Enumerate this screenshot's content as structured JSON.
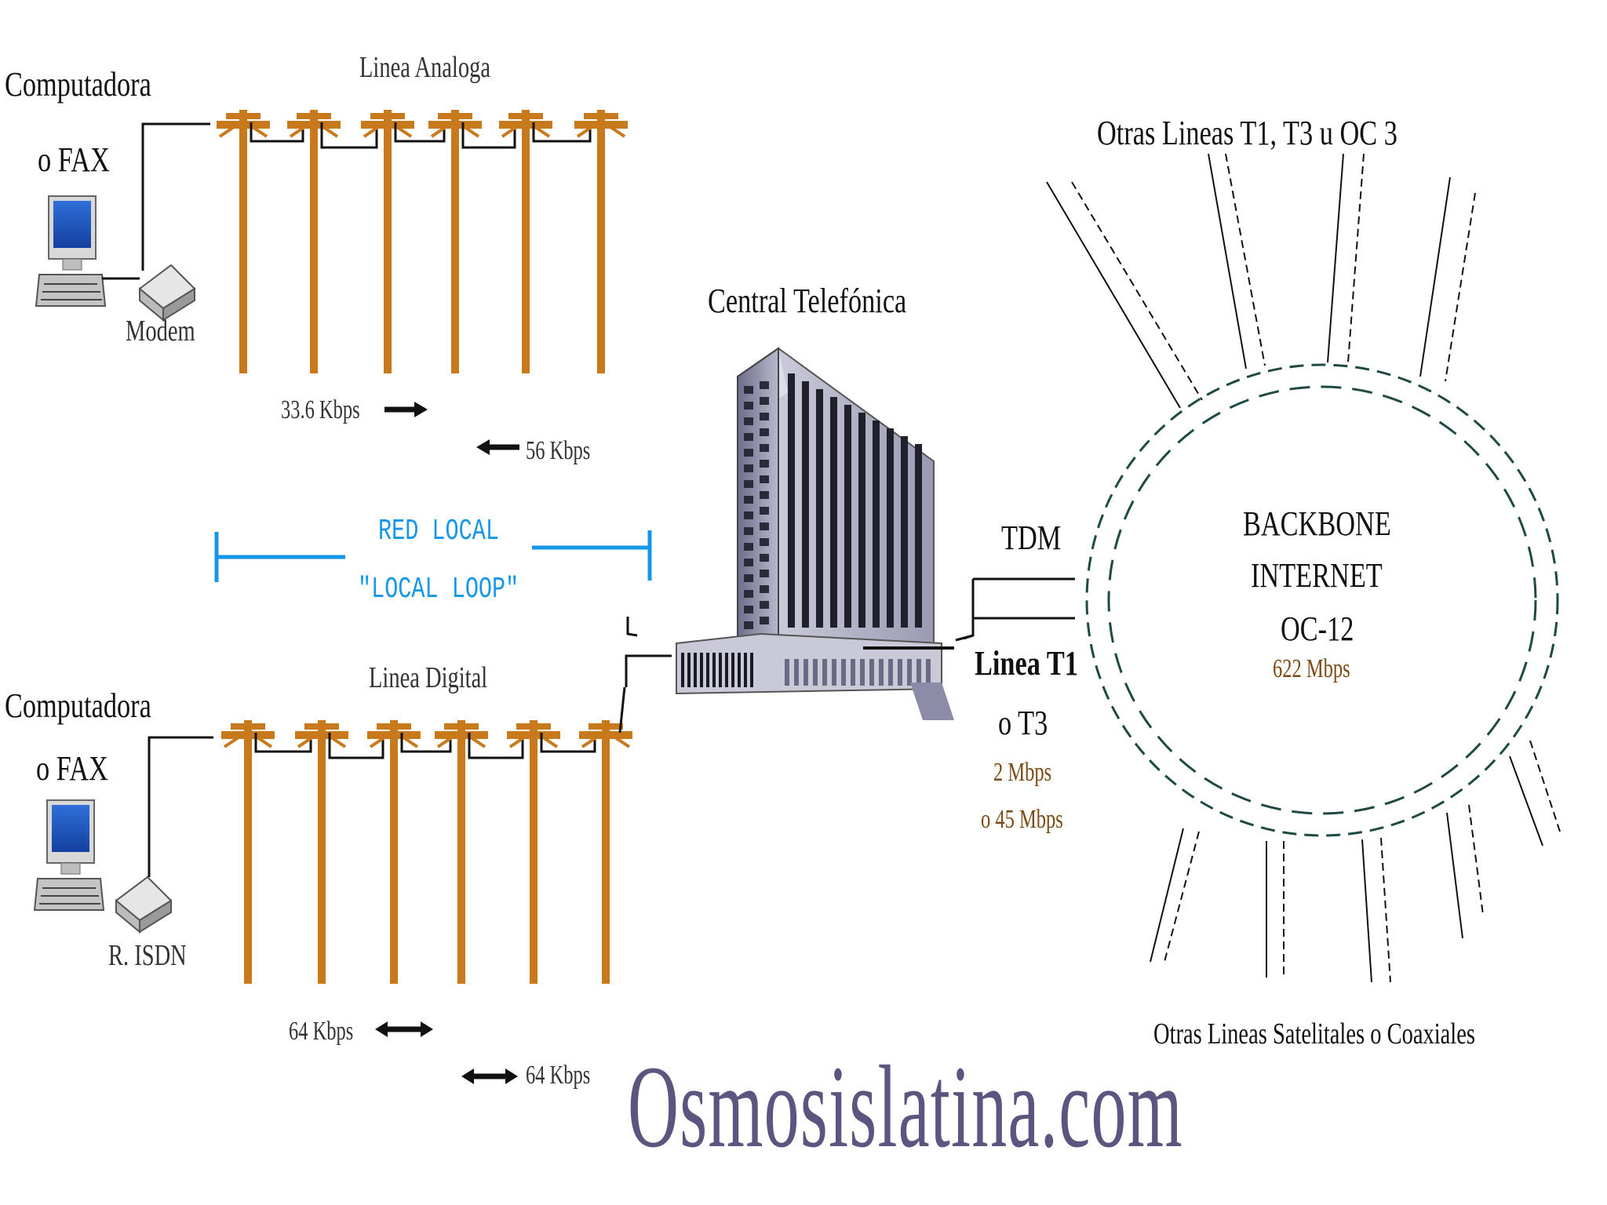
{
  "top_section": {
    "computer_label": "Computadora",
    "fax_label": "o FAX",
    "line_label": "Linea Analoga",
    "device_label": "Modem",
    "up_speed": "33.6 Kbps",
    "down_speed": "56 Kbps"
  },
  "bottom_section": {
    "computer_label": "Computadora",
    "fax_label": "o FAX",
    "line_label": "Linea Digital",
    "device_label": "R. ISDN",
    "up_speed": "64 Kbps",
    "down_speed": "64 Kbps"
  },
  "local_loop": {
    "title": "RED LOCAL",
    "subtitle": "\"LOCAL LOOP\"",
    "color": "#1596e6"
  },
  "central": {
    "title": "Central Telefónica"
  },
  "links": {
    "tdm": "TDM",
    "t1_line1": "Linea T1",
    "t1_line2": "o T3",
    "speed1": "2 Mbps",
    "speed2": "o 45 Mbps"
  },
  "backbone": {
    "line1": "BACKBONE",
    "line2": "INTERNET",
    "line3": "OC-12",
    "speed": "622 Mbps",
    "ring_color": "#1f4a44"
  },
  "external": {
    "top_label": "Otras Lineas T1, T3 u OC 3",
    "bottom_label": "Otras Lineas Satelitales o Coaxiales"
  },
  "watermark": "Osmosislatina.com",
  "colors": {
    "pole": "#c8791c",
    "accent_brown": "#7a4a14",
    "building": "#8c8ca8"
  },
  "icons": [
    "computer-icon",
    "modem-icon",
    "isdn-router-icon",
    "telephone-pole-icon",
    "building-icon",
    "arrow-icon"
  ]
}
